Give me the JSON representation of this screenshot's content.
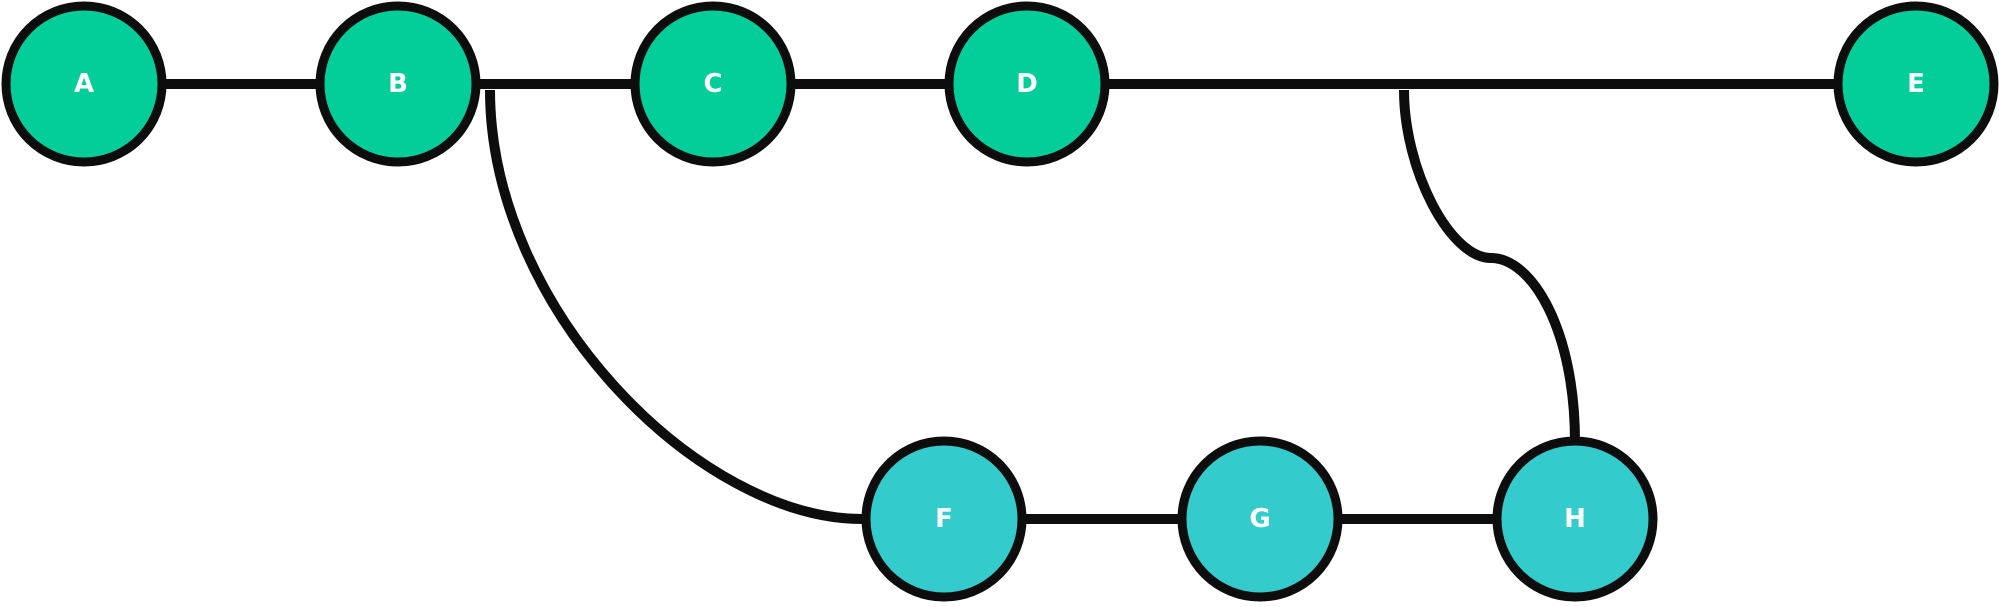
{
  "colors": {
    "main_branch": "#03CE9A",
    "feature_branch": "#33CBCC",
    "stroke": "#0d0d0d",
    "label": "#ffffff"
  },
  "main_commits": [
    {
      "label": "A"
    },
    {
      "label": "B"
    },
    {
      "label": "C"
    },
    {
      "label": "D"
    },
    {
      "label": "E"
    }
  ],
  "feature_commits": [
    {
      "label": "F"
    },
    {
      "label": "G"
    },
    {
      "label": "H"
    }
  ]
}
